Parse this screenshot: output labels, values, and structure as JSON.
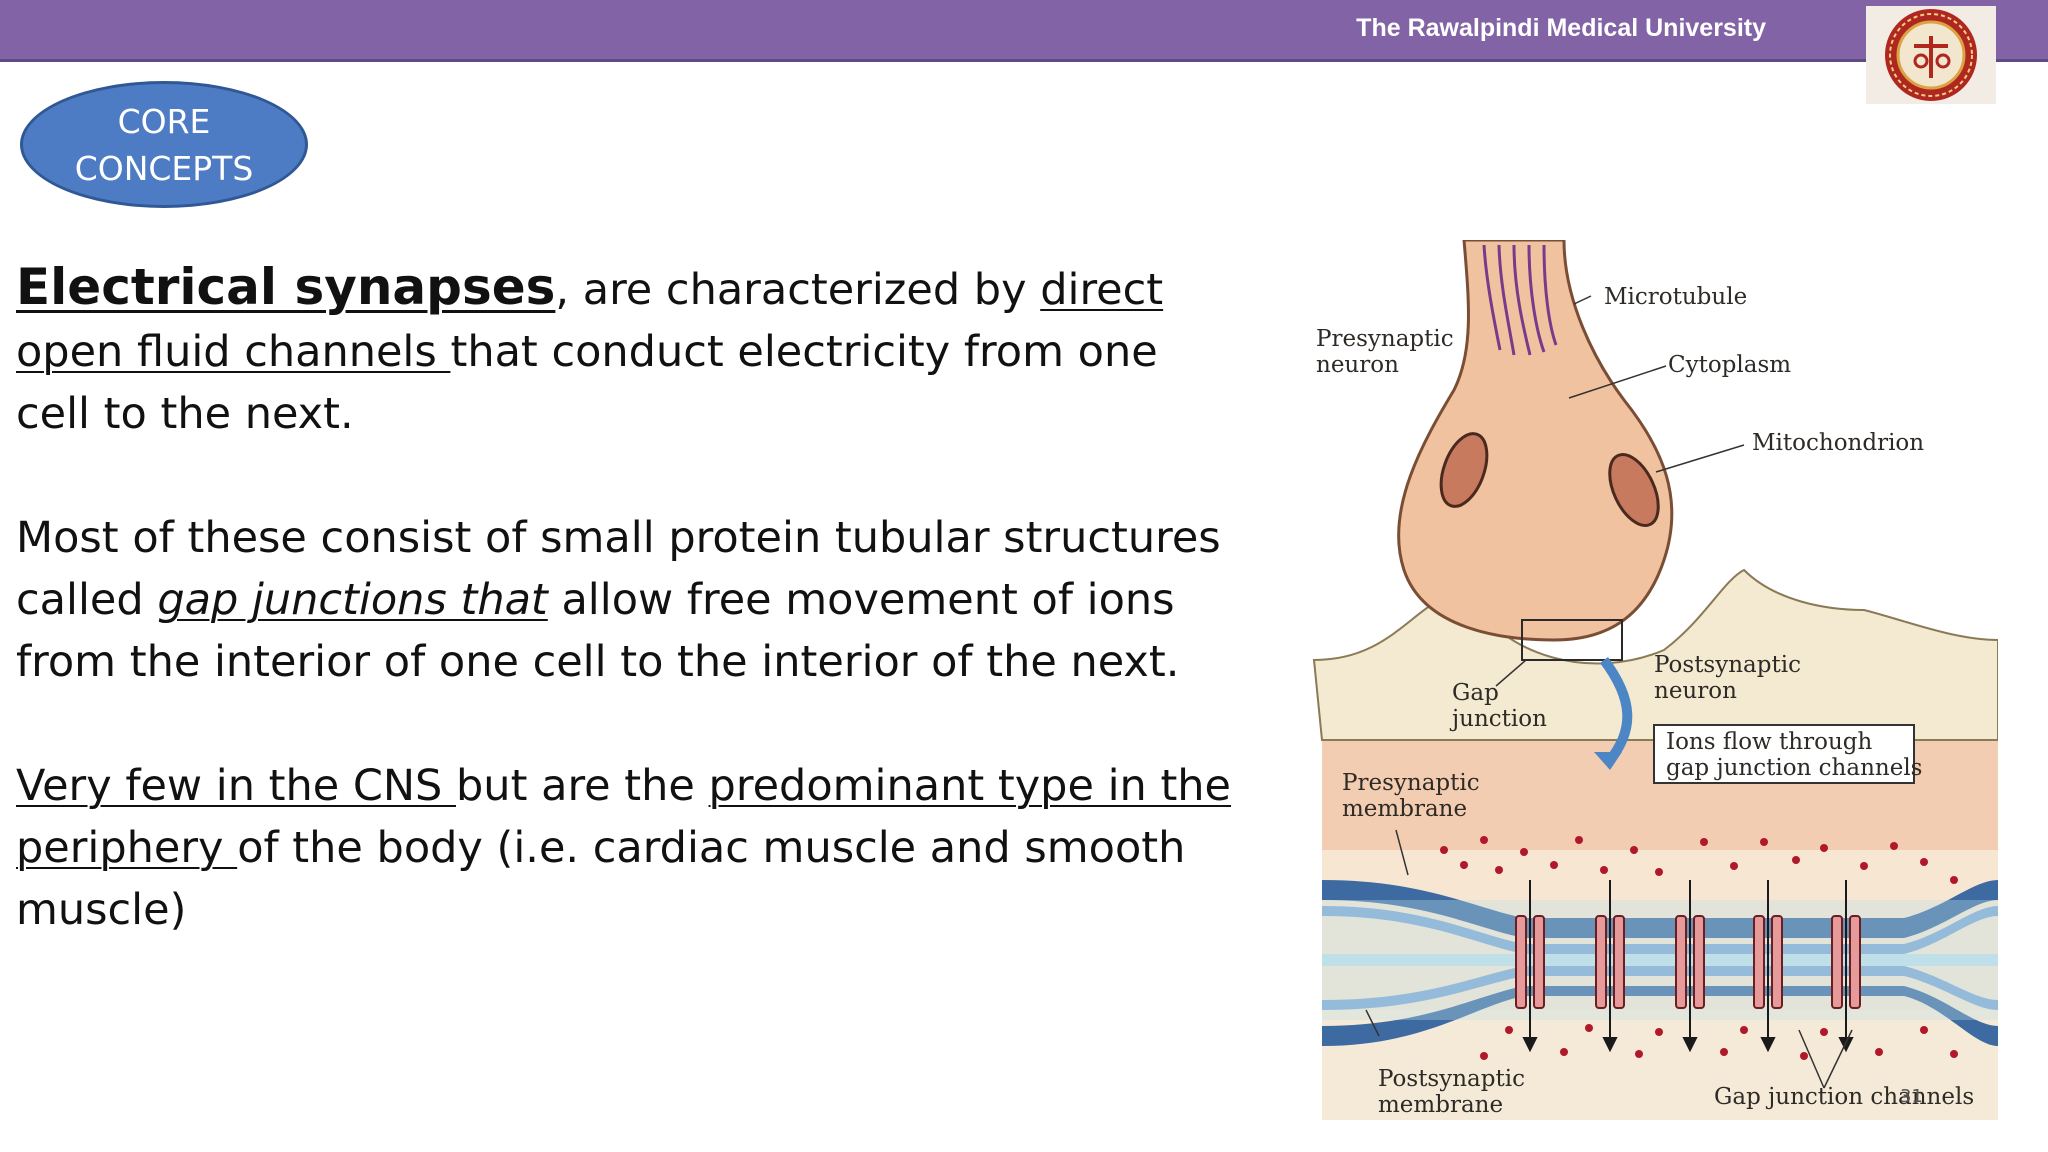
{
  "header": {
    "university": "The Rawalpindi Medical University",
    "logo_colors": [
      "#b0271f",
      "#d9a441"
    ]
  },
  "badge": {
    "line1": "CORE",
    "line2": "CONCEPTS"
  },
  "content": {
    "p1": {
      "title": "Electrical synapses",
      "t1": ", are characterized by ",
      "u1": "direct open fluid channels ",
      "t2": "that conduct electricity from one cell to the next."
    },
    "p2": {
      "t1": " Most of these consist of small protein tubular structures called ",
      "u1": "gap junctions that",
      "t2": " allow free movement of ions from the interior of one cell to the interior of the next."
    },
    "p3": {
      "u1": " Very few in the CNS ",
      "t1": "but are the ",
      "u2": "predominant type in the periphery ",
      "t2": "of the body (i.e. cardiac muscle and smooth muscle)"
    }
  },
  "figure": {
    "labels": {
      "presynaptic_neuron_1": "Presynaptic",
      "presynaptic_neuron_2": "neuron",
      "microtubule": "Microtubule",
      "cytoplasm": "Cytoplasm",
      "mitochondrion": "Mitochondrion",
      "gap_junction_1": "Gap",
      "gap_junction_2": "junction",
      "postsynaptic_neuron_1": "Postsynaptic",
      "postsynaptic_neuron_2": "neuron",
      "ions_flow_1": "Ions flow through",
      "ions_flow_2": "gap junction channels",
      "presynaptic_membrane_1": "Presynaptic",
      "presynaptic_membrane_2": "membrane",
      "postsynaptic_membrane_1": "Postsynaptic",
      "postsynaptic_membrane_2": "membrane",
      "gap_junction_channels": "Gap junction channels"
    },
    "colors": {
      "neuron": "#f0c2a0",
      "neuron_outline": "#7a4e35",
      "postsynaptic": "#f4ead2",
      "membrane": "#3d6aa0",
      "cleft": "#bfe0e8",
      "ion": "#b0182b"
    }
  },
  "slide_number": "31"
}
